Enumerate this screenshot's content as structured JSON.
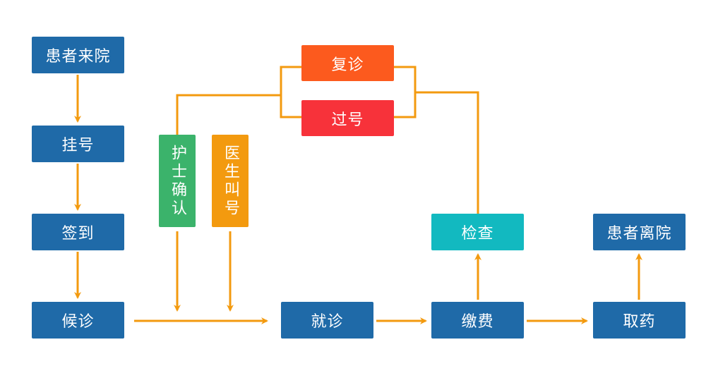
{
  "nodes": {
    "arrive": "患者来院",
    "register": "挂号",
    "checkin": "签到",
    "waiting": "候诊",
    "nurse_confirm": "护士确认",
    "doctor_call": "医生叫号",
    "revisit": "复诊",
    "missed": "过号",
    "consult": "就诊",
    "pay": "缴费",
    "exam": "检查",
    "get_medicine": "取药",
    "leave": "患者离院"
  },
  "colors": {
    "primary": "#1f6aa8",
    "nurse": "#3bb36b",
    "doctor": "#f39a0f",
    "revisit": "#fc5a1e",
    "missed": "#f7323a",
    "exam": "#12b9c0",
    "connector": "#f39a0f"
  }
}
